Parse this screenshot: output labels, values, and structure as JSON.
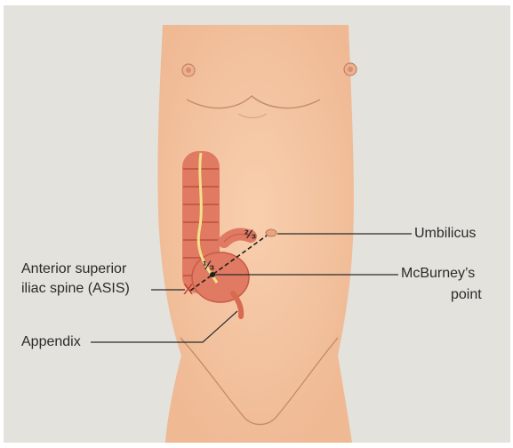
{
  "labels": {
    "umbilicus": "Umbilicus",
    "asis_line1": "Anterior superior",
    "asis_line2": "iliac spine (ASIS)",
    "mcburney_line1": "McBurney’s",
    "mcburney_line2": "point",
    "appendix": "Appendix"
  },
  "markers": {
    "two_thirds": "²⁄₃",
    "one_third": "¹⁄₃",
    "asis_mark": "X"
  },
  "colors": {
    "background": "#e3e2dc",
    "skin": "#f5c6a0",
    "skin_shadow": "#e8a982",
    "colon": "#e07a63",
    "colon_dark": "#c85a45",
    "taenia": "#f3e08a",
    "line": "#2b2b2b"
  }
}
